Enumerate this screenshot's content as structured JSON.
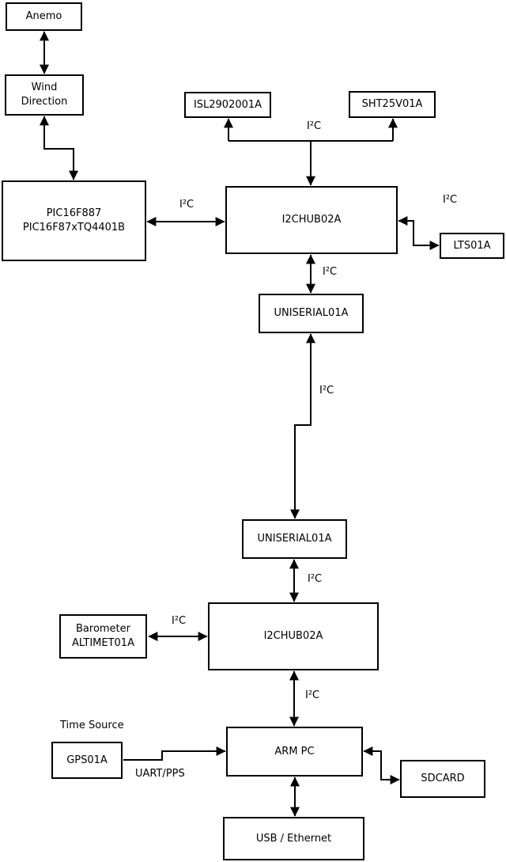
{
  "diagram_type": "hardware-block-diagram",
  "nodes": {
    "anemo": {
      "label": "Anemo"
    },
    "wind_direction": {
      "label": "Wind\nDirection"
    },
    "pic": {
      "label": "PIC16F887\nPIC16F87xTQ4401B"
    },
    "isl2902001a": {
      "label": "ISL2902001A"
    },
    "sht25v01a": {
      "label": "SHT25V01A"
    },
    "i2chub_top": {
      "label": "I2CHUB02A"
    },
    "lts01a": {
      "label": "LTS01A"
    },
    "uniserial_top": {
      "label": "UNISERIAL01A"
    },
    "uniserial_bottom": {
      "label": "UNISERIAL01A"
    },
    "barometer": {
      "label": "Barometer\nALTIMET01A"
    },
    "i2chub_bottom": {
      "label": "I2CHUB02A"
    },
    "gps01a": {
      "label": "GPS01A"
    },
    "arm_pc": {
      "label": "ARM PC"
    },
    "sdcard": {
      "label": "SDCARD"
    },
    "usb_ethernet": {
      "label": "USB / Ethernet"
    }
  },
  "edge_labels": {
    "i2c": "I²C",
    "uart_pps": "UART/PPS",
    "time_source": "Time Source"
  },
  "edges": [
    {
      "from": "Anemo",
      "to": "Wind Direction",
      "arrows": "both",
      "label": ""
    },
    {
      "from": "Wind Direction",
      "to": "PIC16F887 PIC16F87xTQ4401B",
      "arrows": "both",
      "label": ""
    },
    {
      "from": "PIC16F887 PIC16F87xTQ4401B",
      "to": "I2CHUB02A (upper)",
      "arrows": "both",
      "label": "I²C"
    },
    {
      "from": "I2CHUB02A (upper)",
      "to": "ISL2902001A",
      "arrows": "both",
      "label": "I²C"
    },
    {
      "from": "I2CHUB02A (upper)",
      "to": "SHT25V01A",
      "arrows": "both",
      "label": "I²C"
    },
    {
      "from": "I2CHUB02A (upper)",
      "to": "LTS01A",
      "arrows": "both",
      "label": "I²C"
    },
    {
      "from": "I2CHUB02A (upper)",
      "to": "UNISERIAL01A (upper)",
      "arrows": "both",
      "label": "I²C"
    },
    {
      "from": "UNISERIAL01A (upper)",
      "to": "UNISERIAL01A (lower)",
      "arrows": "both",
      "label": "I²C"
    },
    {
      "from": "UNISERIAL01A (lower)",
      "to": "I2CHUB02A (lower)",
      "arrows": "both",
      "label": "I²C"
    },
    {
      "from": "Barometer ALTIMET01A",
      "to": "I2CHUB02A (lower)",
      "arrows": "both",
      "label": "I²C"
    },
    {
      "from": "I2CHUB02A (lower)",
      "to": "ARM PC",
      "arrows": "both",
      "label": "I²C"
    },
    {
      "from": "GPS01A",
      "to": "ARM PC",
      "arrows": "to",
      "label": "UART/PPS"
    },
    {
      "from": "ARM PC",
      "to": "SDCARD",
      "arrows": "both",
      "label": ""
    },
    {
      "from": "ARM PC",
      "to": "USB / Ethernet",
      "arrows": "both",
      "label": ""
    }
  ],
  "colors": {
    "background": "#ffffff",
    "box_fill": "#ffffff",
    "box_border": "#000000",
    "line": "#000000",
    "text": "#000000"
  }
}
